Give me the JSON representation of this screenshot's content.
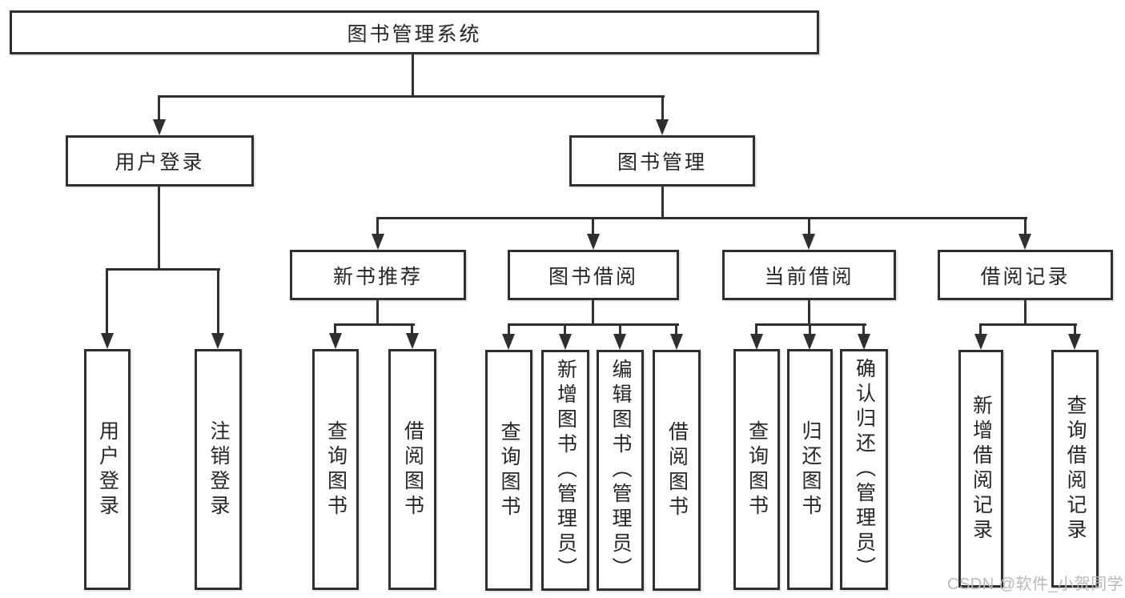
{
  "diagram_title": "图书管理系统",
  "tree": {
    "root": {
      "label": "图书管理系统",
      "children": [
        {
          "label": "用户登录",
          "children": [
            {
              "label": "用户登录"
            },
            {
              "label": "注销登录"
            }
          ]
        },
        {
          "label": "图书管理",
          "children": [
            {
              "label": "新书推荐",
              "children": [
                {
                  "label": "查询图书"
                },
                {
                  "label": "借阅图书"
                }
              ]
            },
            {
              "label": "图书借阅",
              "children": [
                {
                  "label": "查询图书"
                },
                {
                  "label": "新增图书（管理员）"
                },
                {
                  "label": "编辑图书（管理员）"
                },
                {
                  "label": "借阅图书"
                }
              ]
            },
            {
              "label": "当前借阅",
              "children": [
                {
                  "label": "查询图书"
                },
                {
                  "label": "归还图书"
                },
                {
                  "label": "确认归还（管理员）"
                }
              ]
            },
            {
              "label": "借阅记录",
              "children": [
                {
                  "label": "新增借阅记录"
                },
                {
                  "label": "查询借阅记录"
                }
              ]
            }
          ]
        }
      ]
    }
  },
  "watermark": {
    "text": "CSDN @软件_小贺同学"
  },
  "colors": {
    "line": "#2f2f2f",
    "text": "#262626",
    "background": "#ffffff",
    "watermark": "#b9b9b9"
  }
}
